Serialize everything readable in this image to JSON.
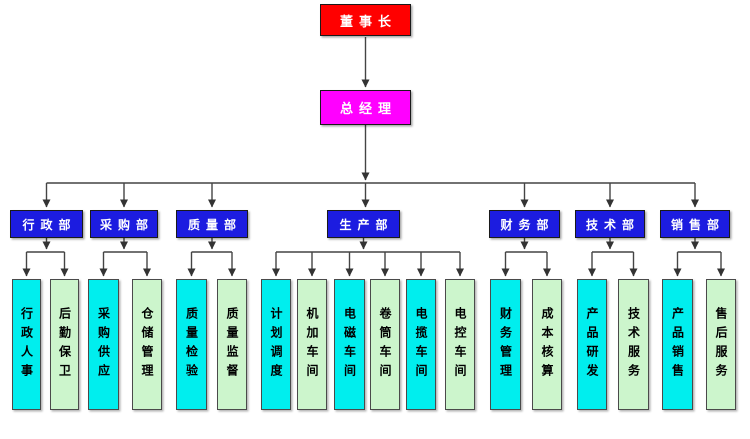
{
  "org_chart": {
    "chairman": {
      "label": "董事长"
    },
    "general_manager": {
      "label": "总经理"
    },
    "departments": [
      {
        "label": "行政部",
        "children": [
          "行政人事",
          "后勤保卫"
        ]
      },
      {
        "label": "采购部",
        "children": [
          "采购供应",
          "仓储管理"
        ]
      },
      {
        "label": "质量部",
        "children": [
          "质量检验",
          "质量监督"
        ]
      },
      {
        "label": "生产部",
        "children": [
          "计划调度",
          "机加车间",
          "电磁车间",
          "卷筒车间",
          "电揽车间",
          "电控车间"
        ]
      },
      {
        "label": "财务部",
        "children": [
          "财务管理",
          "成本核算"
        ]
      },
      {
        "label": "技术部",
        "children": [
          "产品研发",
          "技术服务"
        ]
      },
      {
        "label": "销售部",
        "children": [
          "产品销售",
          "售后服务"
        ]
      }
    ],
    "colors": {
      "chairman_bg": "#ff0000",
      "general_manager_bg": "#ff00ff",
      "department_bg": "#1c1ce0",
      "leaf_cyan_bg": "#00eeee",
      "leaf_green_bg": "#ccf5cc",
      "node_text_light": "#ffffff",
      "node_text_dark": "#000000",
      "connector": "#444444"
    }
  }
}
